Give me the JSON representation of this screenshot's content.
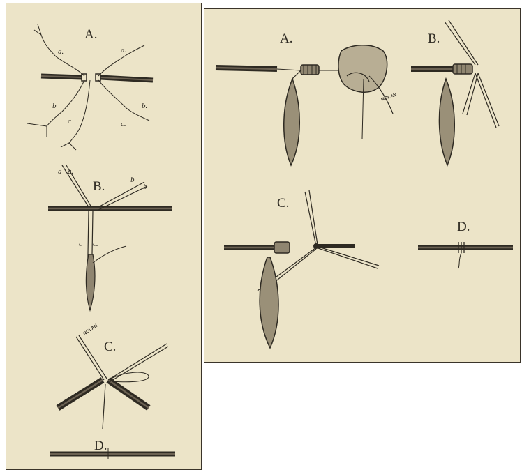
{
  "left_figure": {
    "labels": {
      "A": "A.",
      "B": "B.",
      "C": "C.",
      "D": "D.",
      "a_left": "a.",
      "a_right": "a.",
      "b_left": "b",
      "b_right": "b.",
      "c_left": "c",
      "c_right": "c.",
      "B_a1": "a",
      "B_a2": "a.",
      "B_b1": "b",
      "B_b2": "b",
      "B_c1": "c",
      "B_c2": "c."
    },
    "signature": "NOLAN"
  },
  "right_figure": {
    "labels": {
      "A": "A.",
      "B": "B.",
      "C": "C.",
      "D": "D."
    },
    "signature": "NOLAN"
  },
  "colors": {
    "paper": "#ece4c8",
    "ink": "#2e2a22"
  }
}
